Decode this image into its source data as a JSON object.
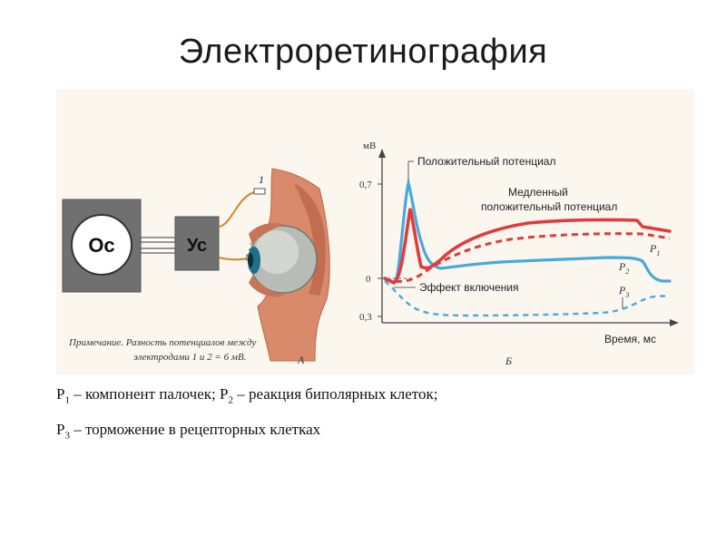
{
  "slide": {
    "title": "Электроретинография"
  },
  "panel_a": {
    "box_osc": "Ос",
    "box_amp": "Ус",
    "electrode_1": "1",
    "electrode_2": "2",
    "plus": "+",
    "note_line1": "Примечание. Разность потенциалов между",
    "note_line2": "электродами 1 и 2 = 6 мВ.",
    "letter": "А"
  },
  "panel_b": {
    "y_unit": "мВ",
    "tick_07": "0,7",
    "tick_0": "0",
    "tick_03": "0,3",
    "label_positive": "Положительный потенциал",
    "label_slow_1": "Медленный",
    "label_slow_2": "положительный потенциал",
    "label_onset": "Эффект включения",
    "x_label": "Время, мс",
    "letter": "Б",
    "p1": "P",
    "p1_sub": "1",
    "p2": "P",
    "p2_sub": "2",
    "p3": "P",
    "p3_sub": "3",
    "colors": {
      "red": "#e03c3c",
      "blue": "#4aa9dc",
      "box": "#6e6e6e"
    }
  },
  "legend": {
    "line1_a": "P",
    "line1_a_sub": "1",
    "line1_b": " – компонент палочек; P",
    "line1_c_sub": "2",
    "line1_d": " – реакция биполярных клеток;",
    "line2_a": "P",
    "line2_a_sub": "3",
    "line2_b": " – торможение в рецепторных клетках"
  }
}
